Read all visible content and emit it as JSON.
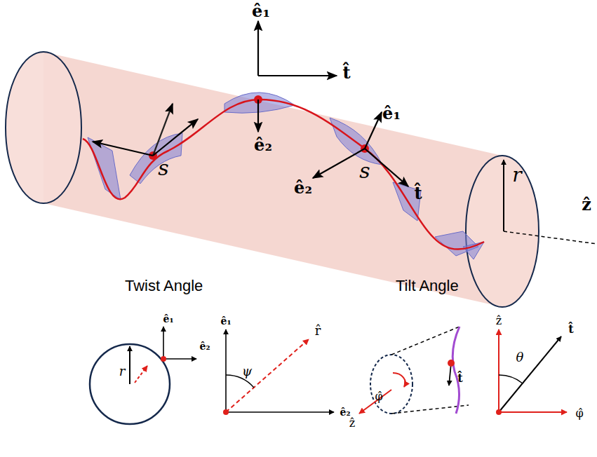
{
  "diagram": {
    "labels": [
      "ê₁",
      "t̂",
      "ê₂",
      "s",
      "s",
      "ê₁",
      "ê₂",
      "t̂",
      "r",
      "ẑ",
      "Twist Angle",
      "Tilt Angle",
      "ê₁",
      "ê₂",
      "r",
      "ê₁",
      "ê₂",
      "ψ",
      "r̂",
      "ẑ",
      "φ̂",
      "t̂",
      "ẑ",
      "θ",
      "t̂",
      "φ̂"
    ]
  }
}
